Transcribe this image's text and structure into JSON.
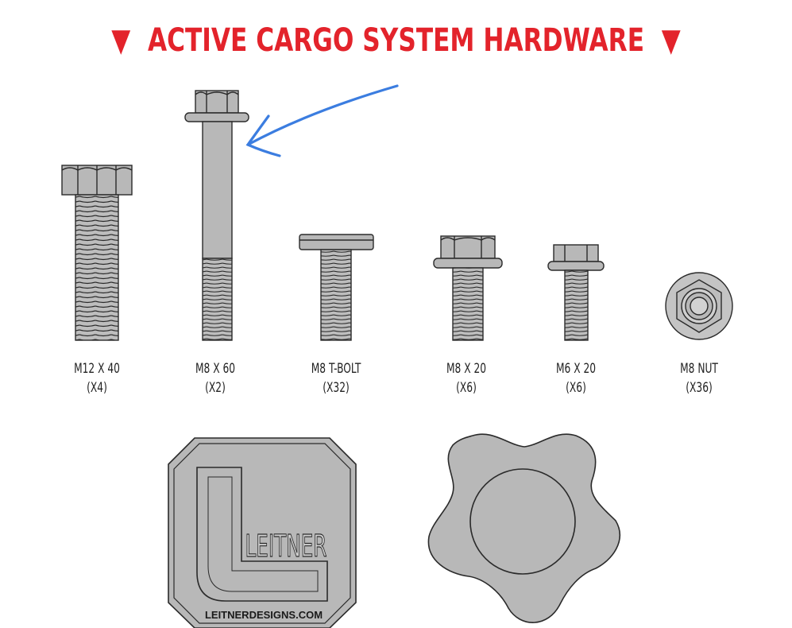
{
  "title": {
    "text": "ACTIVE CARGO SYSTEM HARDWARE",
    "left_marker": "▼",
    "right_marker": "▼",
    "color": "#e3232b"
  },
  "hardware": [
    {
      "name": "M12 X 40",
      "qty": "(X4)"
    },
    {
      "name": "M8 X 60",
      "qty": "(X2)"
    },
    {
      "name": "M8 T-BOLT",
      "qty": "(X32)"
    },
    {
      "name": "M8 X 20",
      "qty": "(X6)"
    },
    {
      "name": "M6 X 20",
      "qty": "(X6)"
    },
    {
      "name": "M8 NUT",
      "qty": "(X36)"
    }
  ],
  "logo_plate": {
    "brand": "LEITNER",
    "url": "LEITNERDESIGNS.COM"
  },
  "colors": {
    "part_fill": "#b8b8b8",
    "outline": "#2a2a2a",
    "annotation_arrow": "#3b7de0"
  }
}
